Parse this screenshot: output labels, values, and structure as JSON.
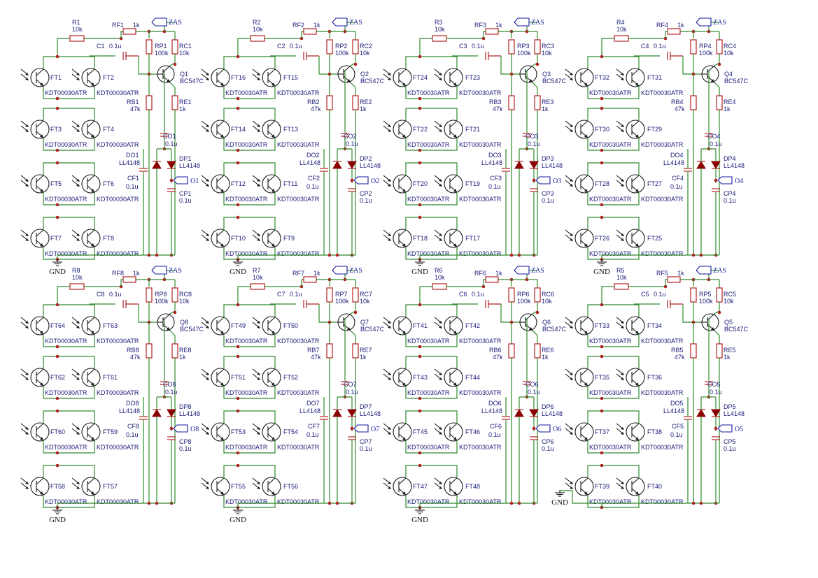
{
  "colors": {
    "wire": "#2e8b2e",
    "component": "#b22222",
    "symbol": "#1a1a1a",
    "label": "#1a1a7a",
    "port": "#1a1aa0",
    "diode": "#8b0000"
  },
  "common": {
    "supply_net": "ZAS",
    "ground_net": "GND",
    "phototransistor_part": "KDT00030ATR",
    "transistor_part": "BC547C",
    "diode_part": "LL4148",
    "val_r": "10k",
    "val_rf": "1k",
    "val_rp": "100k",
    "val_rc": "10k",
    "val_rb": "47k",
    "val_re": "1k",
    "val_c": "0.1u"
  },
  "channels": [
    {
      "r": "R1",
      "rf": "RF1",
      "rp": "RP1",
      "rc": "RC1",
      "c": "C1",
      "q": "Q1",
      "rb": "RB1",
      "re": "RE1",
      "co": "CO1",
      "do": "DO1",
      "dp": "DP1",
      "cf": "CF1",
      "cp": "CP1",
      "out": "O1",
      "ft": [
        "FT1",
        "FT2",
        "FT3",
        "FT4",
        "FT5",
        "FT6",
        "FT7",
        "FT8"
      ]
    },
    {
      "r": "R2",
      "rf": "RF2",
      "rp": "RP2",
      "rc": "RC2",
      "c": "C2",
      "q": "Q2",
      "rb": "RB2",
      "re": "RE2",
      "co": "CO2",
      "do": "DO2",
      "dp": "DP2",
      "cf": "CF2",
      "cp": "CP2",
      "out": "O2",
      "ft": [
        "FT16",
        "FT15",
        "FT14",
        "FT13",
        "FT12",
        "FT11",
        "FT10",
        "FT9"
      ]
    },
    {
      "r": "R3",
      "rf": "RF3",
      "rp": "RP3",
      "rc": "RC3",
      "c": "C3",
      "q": "Q3",
      "rb": "RB3",
      "re": "RE3",
      "co": "CO3",
      "do": "DO3",
      "dp": "DP3",
      "cf": "CF3",
      "cp": "CP3",
      "out": "O3",
      "ft": [
        "FT24",
        "FT23",
        "FT22",
        "FT21",
        "FT20",
        "FT19",
        "FT18",
        "FT17"
      ]
    },
    {
      "r": "R4",
      "rf": "RF4",
      "rp": "RP4",
      "rc": "RC4",
      "c": "C4",
      "q": "Q4",
      "rb": "RB4",
      "re": "RE4",
      "co": "CO4",
      "do": "DO4",
      "dp": "DP4",
      "cf": "CF4",
      "cp": "CP4",
      "out": "O4",
      "ft": [
        "FT32",
        "FT31",
        "FT30",
        "FT29",
        "FT28",
        "FT27",
        "FT26",
        "FT25"
      ]
    },
    {
      "r": "R8",
      "rf": "RF8",
      "rp": "RP8",
      "rc": "RC8",
      "c": "C8",
      "q": "Q8",
      "rb": "RB8",
      "re": "RE8",
      "co": "CO8",
      "do": "DO8",
      "dp": "DP8",
      "cf": "CF8",
      "cp": "CP8",
      "out": "O8",
      "ft": [
        "FT64",
        "FT63",
        "FT62",
        "FT61",
        "FT60",
        "FT59",
        "FT58",
        "FT57"
      ]
    },
    {
      "r": "R7",
      "rf": "RF7",
      "rp": "RP7",
      "rc": "RC7",
      "c": "C7",
      "q": "Q7",
      "rb": "RB7",
      "re": "RE7",
      "co": "CO7",
      "do": "DO7",
      "dp": "DP7",
      "cf": "CF7",
      "cp": "CP7",
      "out": "O7",
      "ft": [
        "FT49",
        "FT50",
        "FT51",
        "FT52",
        "FT53",
        "FT54",
        "FT55",
        "FT56"
      ]
    },
    {
      "r": "R6",
      "rf": "RF6",
      "rp": "RP6",
      "rc": "RC6",
      "c": "C6",
      "q": "Q6",
      "rb": "RB6",
      "re": "RE6",
      "co": "CO6",
      "do": "DO6",
      "dp": "DP6",
      "cf": "CF6",
      "cp": "CP6",
      "out": "O6",
      "ft": [
        "FT41",
        "FT42",
        "FT43",
        "FT44",
        "FT45",
        "FT46",
        "FT47",
        "FT48"
      ]
    },
    {
      "r": "R5",
      "rf": "RF5",
      "rp": "RP5",
      "rc": "RC5",
      "c": "C5",
      "q": "Q5",
      "rb": "RB5",
      "re": "RE5",
      "co": "CO5",
      "do": "DO5",
      "dp": "DP5",
      "cf": "CF5",
      "cp": "CP5",
      "out": "O5",
      "ft": [
        "FT33",
        "FT34",
        "FT35",
        "FT36",
        "FT37",
        "FT38",
        "FT39",
        "FT40"
      ]
    }
  ]
}
